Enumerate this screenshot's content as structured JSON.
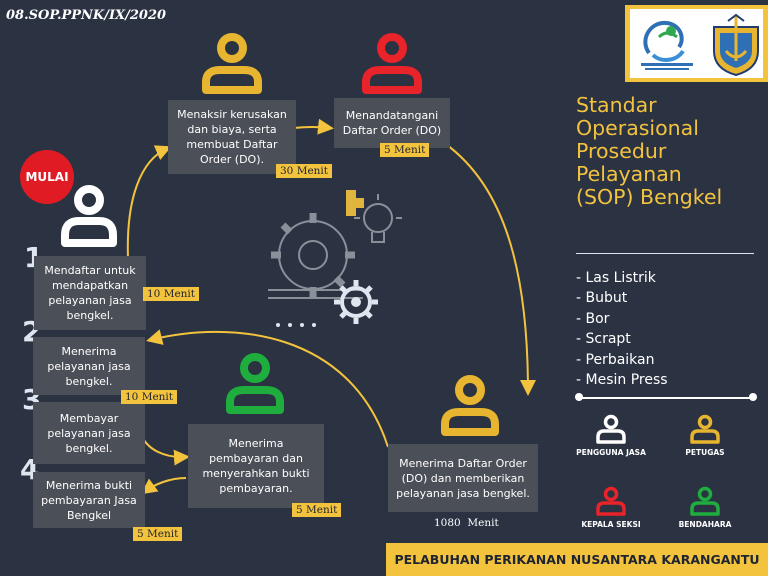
{
  "code": "08.SOP.PPNK/IX/2020",
  "title_lines": [
    "Standar",
    "Operasional",
    "Prosedur",
    "Pelayanan",
    "(SOP) Bengkel"
  ],
  "services": [
    "- Las Listrik",
    "- Bubut",
    "- Bor",
    "- Scrapt",
    "- Perbaikan",
    "- Mesin Press"
  ],
  "start_label": "MULAI",
  "steps": [
    {
      "number": "1",
      "text": "Mendaftar untuk mendapatkan pelayanan jasa bengkel.",
      "time": "10 Menit"
    },
    {
      "number": "2",
      "text": "Menerima pelayanan jasa bengkel.",
      "time": ""
    },
    {
      "number": "3",
      "text": "Membayar pelayanan jasa bengkel.",
      "time": "10 Menit"
    },
    {
      "number": "4",
      "text": "Menerima bukti pembayaran Jasa Bengkel",
      "time": "5 Menit"
    }
  ],
  "actions": {
    "assess": {
      "text": "Menaksir kerusakan dan biaya, serta membuat Daftar Order (DO).",
      "time": "30 Menit"
    },
    "sign": {
      "text": "Menandatangani Daftar Order (DO)",
      "time": "5 Menit"
    },
    "payment": {
      "text": "Menerima pembayaran dan menyerahkan bukti pembayaran.",
      "time": "5 Menit"
    },
    "service": {
      "text": "Menerima Daftar Order (DO) dan memberikan pelayanan jasa bengkel.",
      "time": "1080  Menit"
    }
  },
  "legend": [
    {
      "label": "PENGGUNA JASA",
      "color": "#ffffff"
    },
    {
      "label": "PETUGAS",
      "color": "#e8b530"
    },
    {
      "label": "KEPALA SEKSI",
      "color": "#e8232a"
    },
    {
      "label": "BENDAHARA",
      "color": "#1fae3e"
    }
  ],
  "footer": "PELABUHAN PERIKANAN NUSANTARA KARANGANTU",
  "colors": {
    "background": "#2b3343",
    "accent": "#f3c33e",
    "box": "#4b4f57",
    "petugas": "#e8b530",
    "kepala_seksi": "#e8232a",
    "bendahara": "#1fae3e",
    "mulai": "#e01b24"
  }
}
